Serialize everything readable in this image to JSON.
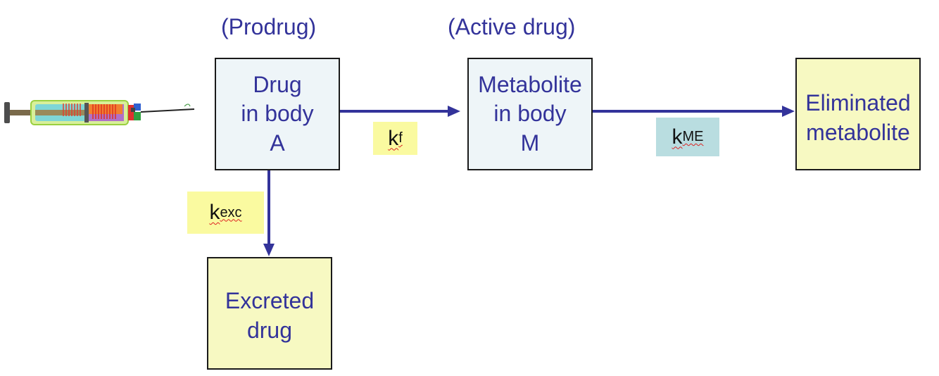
{
  "captions": {
    "prodrug": "(Prodrug)",
    "active_drug": "(Active drug)"
  },
  "boxes": {
    "drug_in_body": [
      "Drug",
      "in body",
      "A"
    ],
    "metabolite_in_body": [
      "Metabolite",
      "in body",
      "M"
    ],
    "eliminated_metabolite": [
      "Eliminated",
      "metabolite"
    ],
    "excreted_drug": [
      "Excreted",
      "drug"
    ]
  },
  "rates": {
    "kf": {
      "symbol": "k",
      "subscript": "f"
    },
    "kme": {
      "symbol": "k",
      "subscript": "ME"
    },
    "kexc": {
      "symbol": "k",
      "subscript": "exc"
    }
  },
  "colors": {
    "text": "#33339a",
    "arrow": "#33339a",
    "box_blue": "#eef5f8",
    "box_yellow": "#f7f9c2",
    "label_yellow": "#fafaa0",
    "label_teal": "#b9dde0"
  },
  "icons": {
    "injection": "syringe-icon"
  }
}
